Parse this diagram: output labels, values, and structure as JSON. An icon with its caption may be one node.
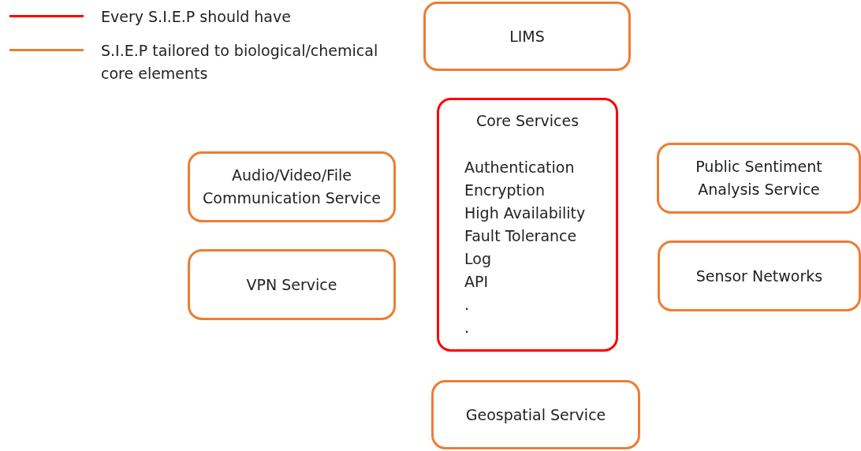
{
  "diagram": {
    "nodes": [
      {
        "text": [
          "LIMS"
        ]
      },
      {
        "text": [
          "Core Services",
          "Authentication",
          "Encryption",
          "High Availability",
          "Fault Tolerance",
          "Log",
          "API",
          ".",
          "."
        ]
      },
      {
        "text": [
          "Audio/Video/File Communication Service"
        ]
      },
      {
        "text": [
          "VPN Service"
        ]
      },
      {
        "text": [
          "Public Sentiment Analysis Service"
        ]
      },
      {
        "text": [
          "Sensor Networks"
        ]
      },
      {
        "text": [
          "Geospatial Service"
        ]
      }
    ],
    "legend": [
      {
        "text": "Every S.I.E.P should have",
        "color": "#ff0000"
      },
      {
        "text": "S.I.E.P tailored to biological/chemical core elements",
        "color": "#ed7d31"
      }
    ]
  }
}
